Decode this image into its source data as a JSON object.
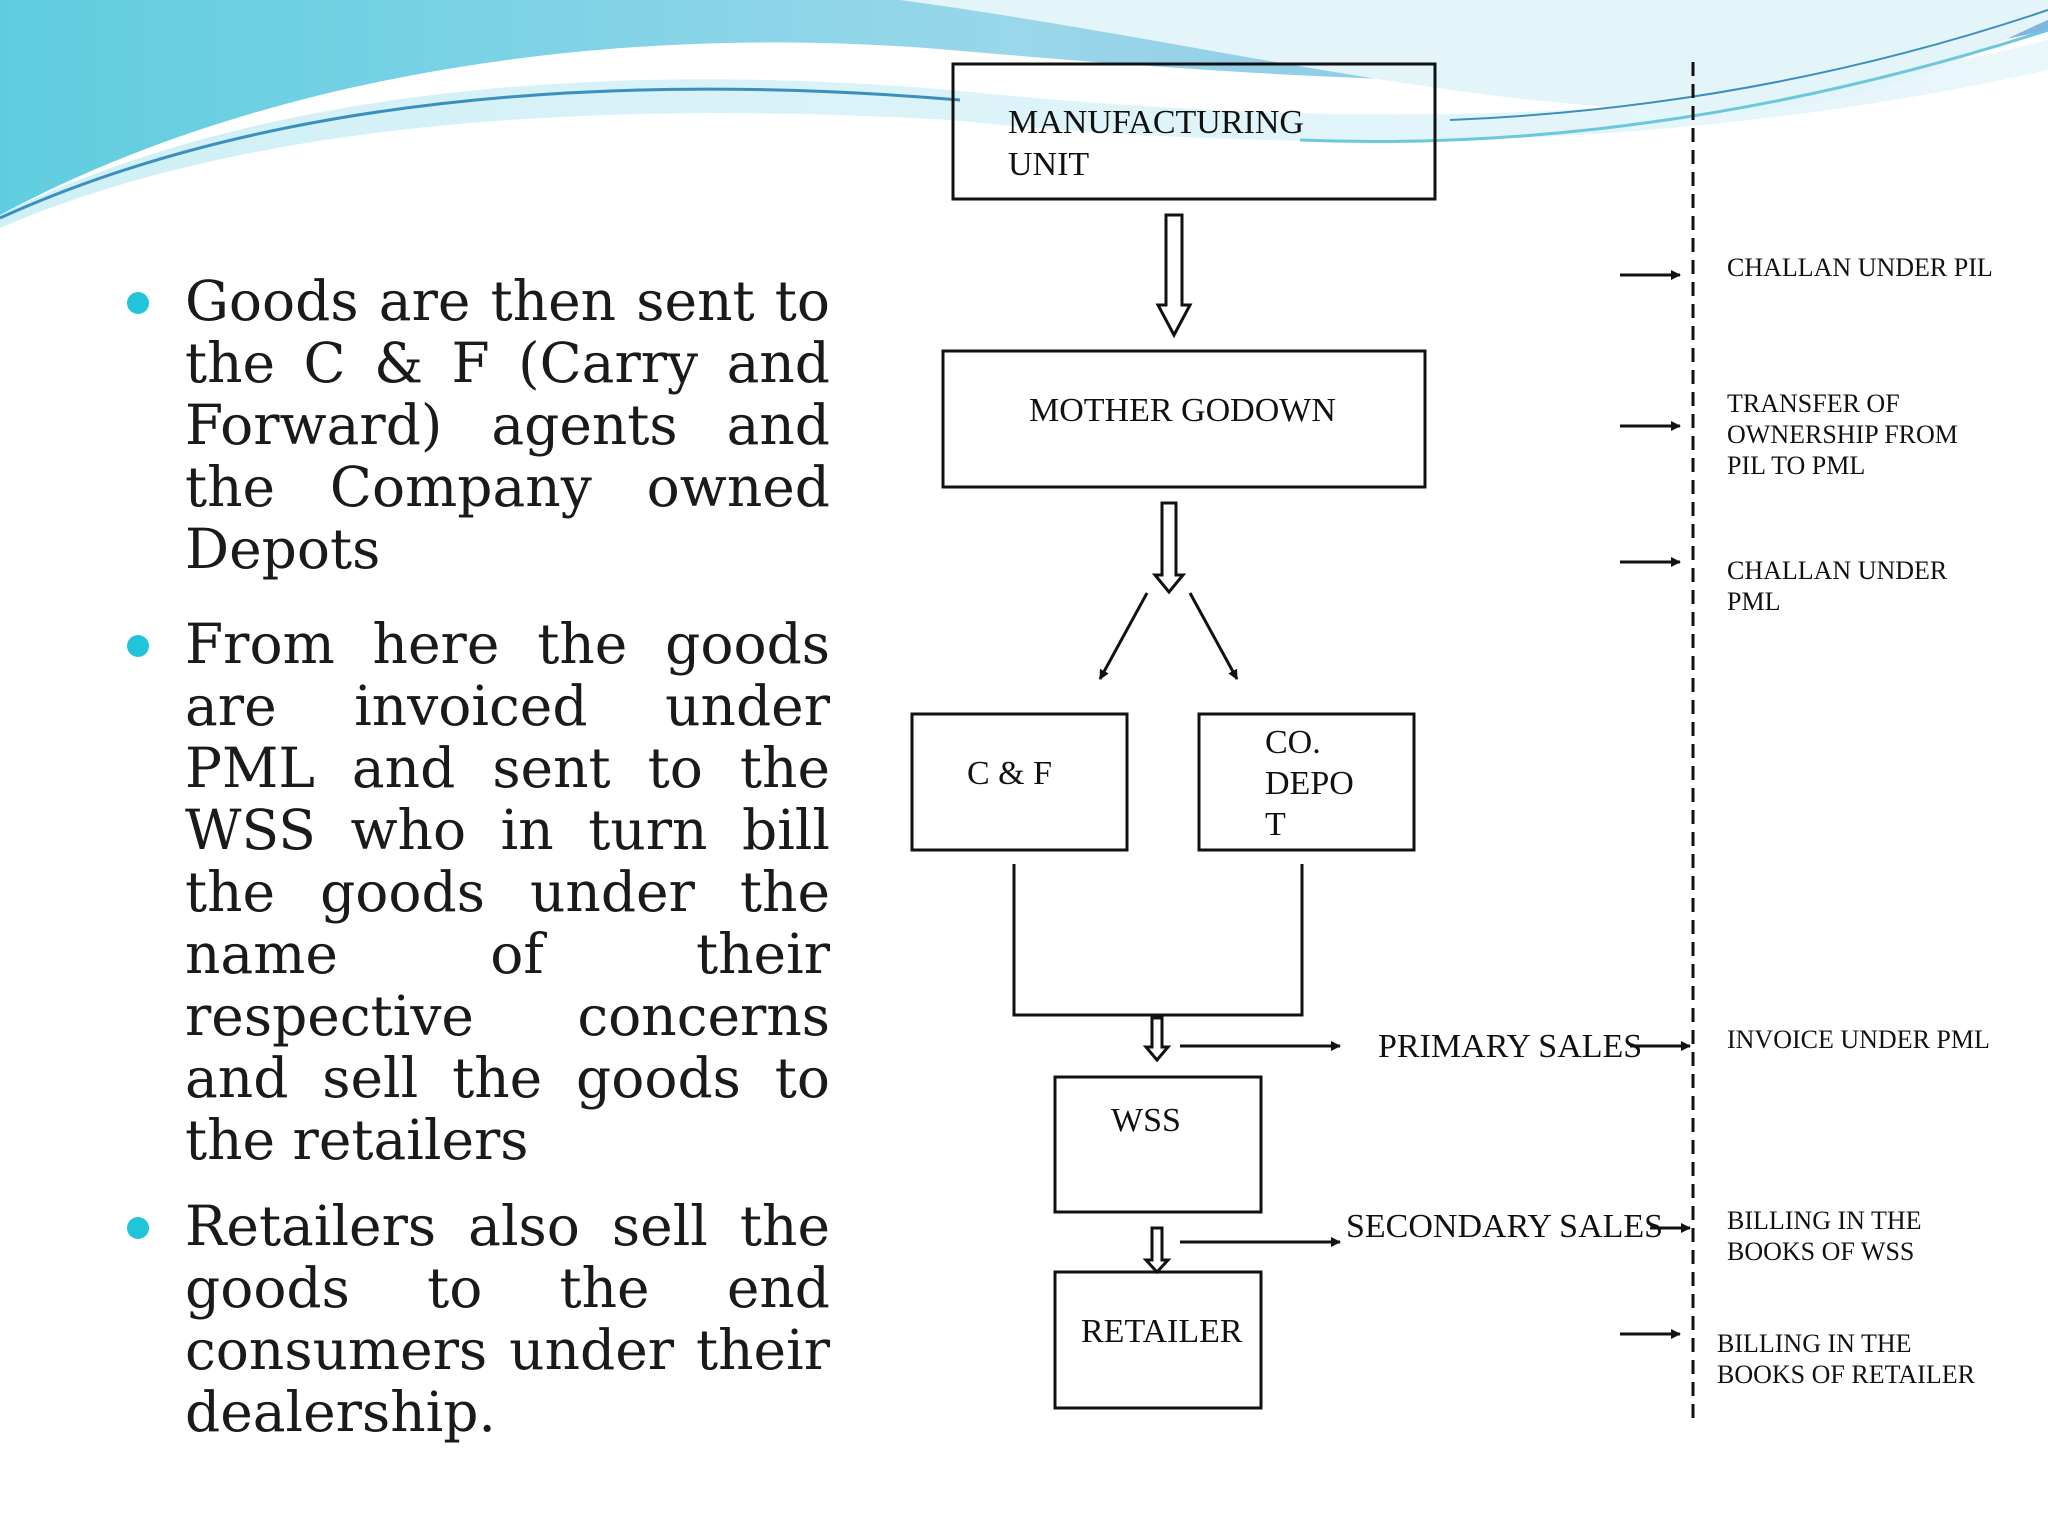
{
  "bullets": [
    "Goods are then sent to the C & F (Carry and Forward) agents and the Company owned Depots",
    "From here the goods are invoiced under PML and sent to the WSS who in turn bill the goods under the name of their respective concerns and sell the goods to the retailers",
    "Retailers also sell the goods to the end consumers under their dealership."
  ],
  "nodes": {
    "manufacturing_unit": {
      "line1": "MANUFACTURING",
      "line2": "UNIT"
    },
    "mother_godown": "MOTHER GODOWN",
    "cf": "C & F",
    "co_depot": {
      "line1": "CO.",
      "line2": "DEPO",
      "line3": "T"
    },
    "wss": "WSS",
    "retailer": "RETAILER"
  },
  "flow_labels": {
    "primary_sales": "PRIMARY SALES",
    "secondary_sales": "SECONDARY SALES"
  },
  "annotations": {
    "challan_pil": "CHALLAN UNDER PIL",
    "transfer": {
      "line1": "TRANSFER OF",
      "line2": "OWNERSHIP FROM",
      "line3": "PIL TO PML"
    },
    "challan_pml": {
      "line1": "CHALLAN UNDER",
      "line2": "PML"
    },
    "invoice_pml": "INVOICE UNDER PML",
    "billing_wss": {
      "line1": "BILLING IN THE",
      "line2": "BOOKS OF WSS"
    },
    "billing_retailer": {
      "line1": "BILLING IN THE",
      "line2": "BOOKS OF RETAILER"
    }
  },
  "colors": {
    "bullet": "#21c4d8",
    "wave_light": "#a8e3ef",
    "wave_mid": "#6cc6dc",
    "wave_dark": "#3a8fbf",
    "line": "#111111"
  }
}
